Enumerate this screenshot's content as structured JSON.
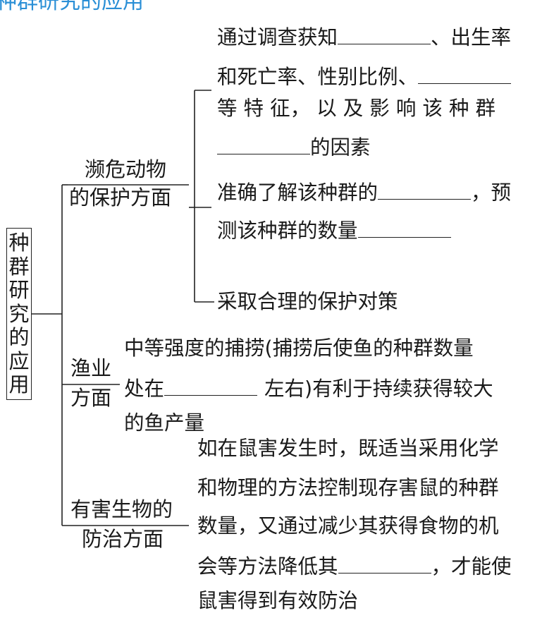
{
  "heading": "种群研究的应用",
  "root_chars": [
    "种",
    "群",
    "研",
    "究",
    "的",
    "应",
    "用"
  ],
  "branches": [
    {
      "label_line1": "濒危动物",
      "label_line2": "的保护方面",
      "items": [
        {
          "line1_a": "通过调查获知",
          "line1_b": "、出生率",
          "line2_a": "和死亡率、性别比例、",
          "line3": "等 特 征， 以 及 影 响 该 种 群",
          "line4_b": "的因素"
        },
        {
          "line1_a": "准确了解该种群的",
          "line1_b": "，预",
          "line2_a": "测该种群的数量"
        },
        {
          "text": "采取合理的保护对策"
        }
      ]
    },
    {
      "label_line1": "渔业",
      "label_line2": "方面",
      "line1": "中等强度的捕捞(捕捞后使鱼的种群数量",
      "line2_a": "处在",
      "line2_b": "左右)有利于持续获得较大",
      "line3": "的鱼产量"
    },
    {
      "label_line1": "有害生物的",
      "label_line2": "防治方面",
      "line1": "如在鼠害发生时，既适当采用化学",
      "line2": "和物理的方法控制现存害鼠的种群",
      "line3": "数量，又通过减少其获得食物的机",
      "line4_a": "会等方法降低其",
      "line4_b": "，才能使",
      "line5": "鼠害得到有效防治"
    }
  ]
}
